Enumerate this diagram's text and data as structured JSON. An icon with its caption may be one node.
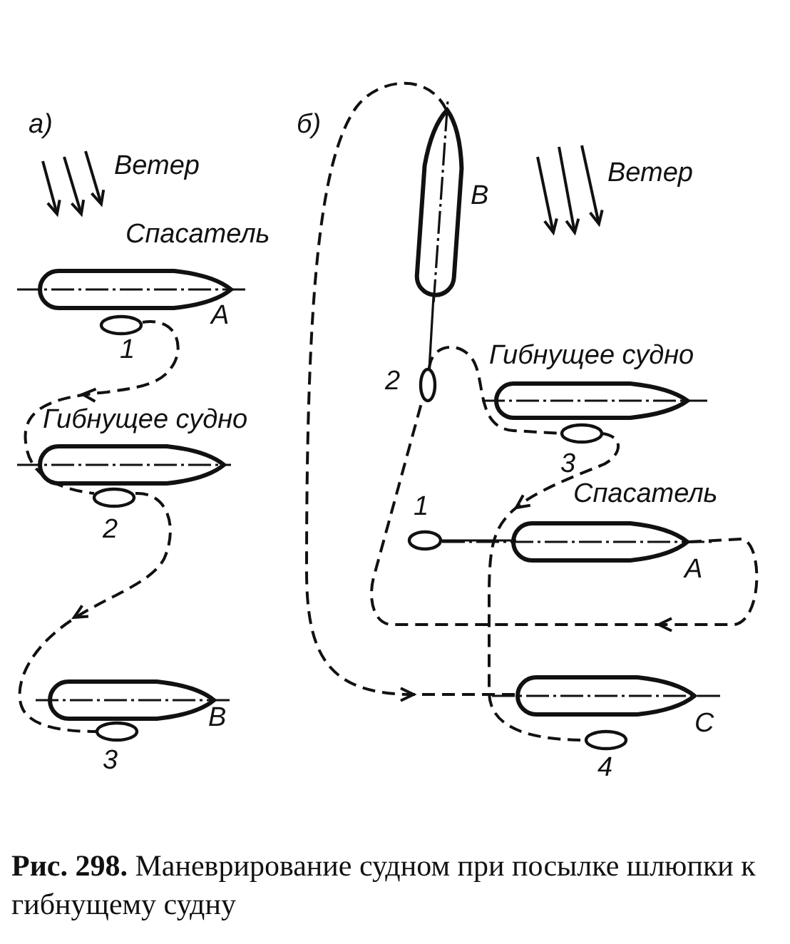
{
  "diagram": {
    "caption": "**Рис. 298.** Маневрирование судном при посылке шлюпки к гибнущему судну",
    "nodes": [
      {
        "text": [],
        "shape": "boat"
      },
      {
        "text": [],
        "shape": "boat"
      },
      {
        "text": [],
        "shape": "boat"
      },
      {
        "text": [],
        "shape": "ship",
        "beside": [
          "В"
        ]
      },
      {
        "text": [],
        "shape": "boat"
      },
      {
        "text": [],
        "shape": "boat"
      },
      {
        "text": [],
        "shape": "boat"
      },
      {
        "text": [],
        "shape": "ship",
        "beside": [
          "А"
        ]
      },
      {
        "text": [],
        "shape": "ship",
        "beside": [
          "С"
        ]
      }
    ],
    "edges": [
      {
        "from": 0,
        "to": 1,
        "arrow": "to",
        "style": "dashed"
      },
      {
        "from": 1,
        "to": 2,
        "arrow": "to",
        "style": "dashed"
      },
      {
        "from": 3,
        "to": 8,
        "arrow": "to",
        "style": "dashed"
      },
      {
        "from": 4,
        "to": 5,
        "arrow": "none",
        "style": "dashed"
      },
      {
        "from": 5,
        "to": 6,
        "arrow": "to",
        "style": "dashed"
      },
      {
        "from": 7,
        "to": 4,
        "arrow": "to",
        "style": "dashed"
      },
      {
        "from": 3,
        "to": 4,
        "arrow": "none"
      }
    ],
    "labels": [
      "а)",
      "Ветер",
      "Спасатель",
      "А",
      "1",
      "Гибнущее судно",
      "2",
      "В",
      "3",
      "б)",
      "Ветер",
      "2",
      "Гибнущее судно",
      "3",
      "Спасатель",
      "1",
      "4"
    ]
  }
}
